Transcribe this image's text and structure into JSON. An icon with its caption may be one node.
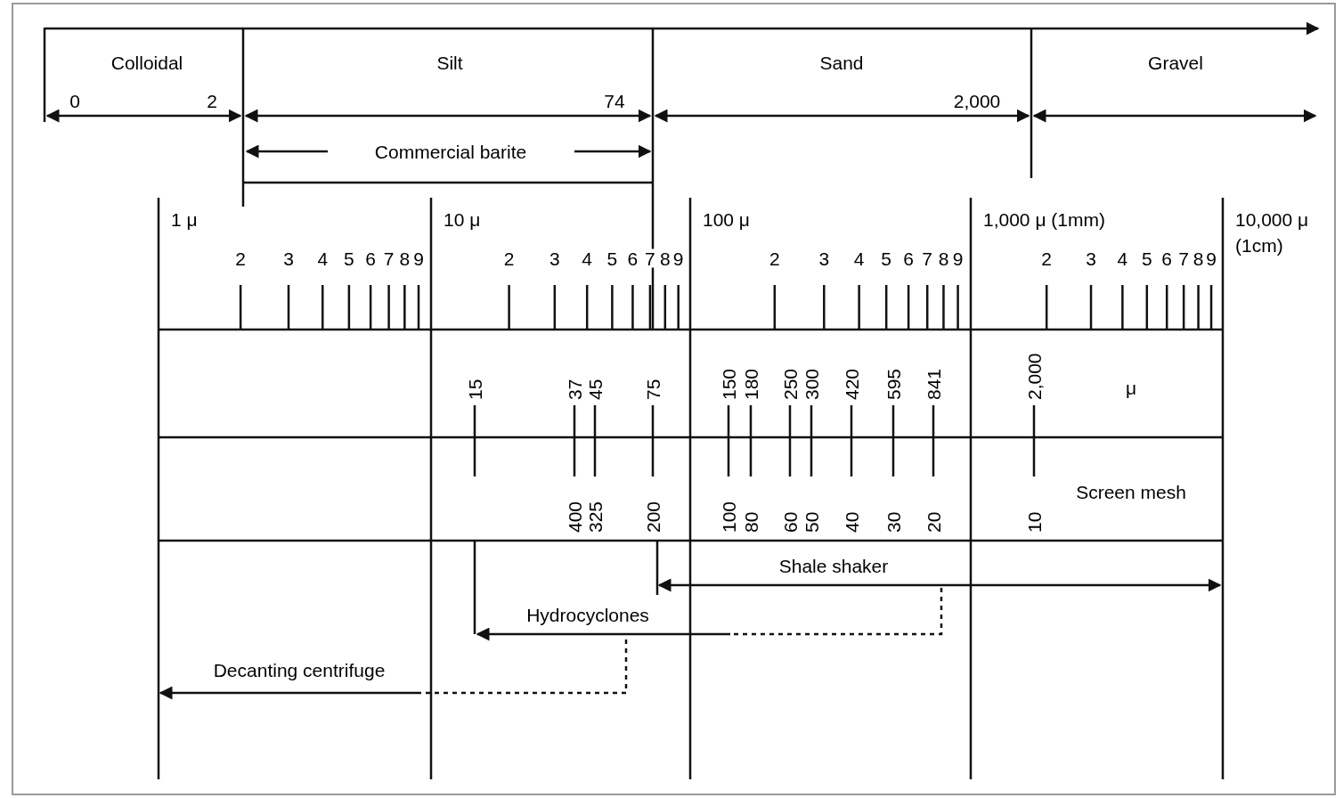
{
  "diagram": {
    "labels": [
      "Colloidal",
      "Silt",
      "Sand",
      "Gravel",
      "0",
      "2",
      "74",
      "2,000",
      "Commercial barite",
      "1 μ",
      "10 μ",
      "100 μ",
      "1,000 μ (1mm)",
      "10,000 μ (1cm)",
      "2",
      "3",
      "4",
      "5",
      "6",
      "7",
      "8",
      "9",
      "2",
      "3",
      "4",
      "5",
      "6",
      "7",
      "8",
      "9",
      "2",
      "3",
      "4",
      "5",
      "6",
      "7",
      "8",
      "9",
      "2",
      "3",
      "4",
      "5",
      "6",
      "7",
      "8",
      "9",
      "15",
      "37",
      "45",
      "75",
      "150",
      "180",
      "250",
      "300",
      "420",
      "595",
      "841",
      "2,000",
      "μ",
      "400",
      "325",
      "200",
      "100",
      "80",
      "60",
      "50",
      "40",
      "30",
      "20",
      "10",
      "Screen mesh",
      "Shale shaker",
      "Hydrocyclones",
      "Decanting centrifuge"
    ]
  }
}
